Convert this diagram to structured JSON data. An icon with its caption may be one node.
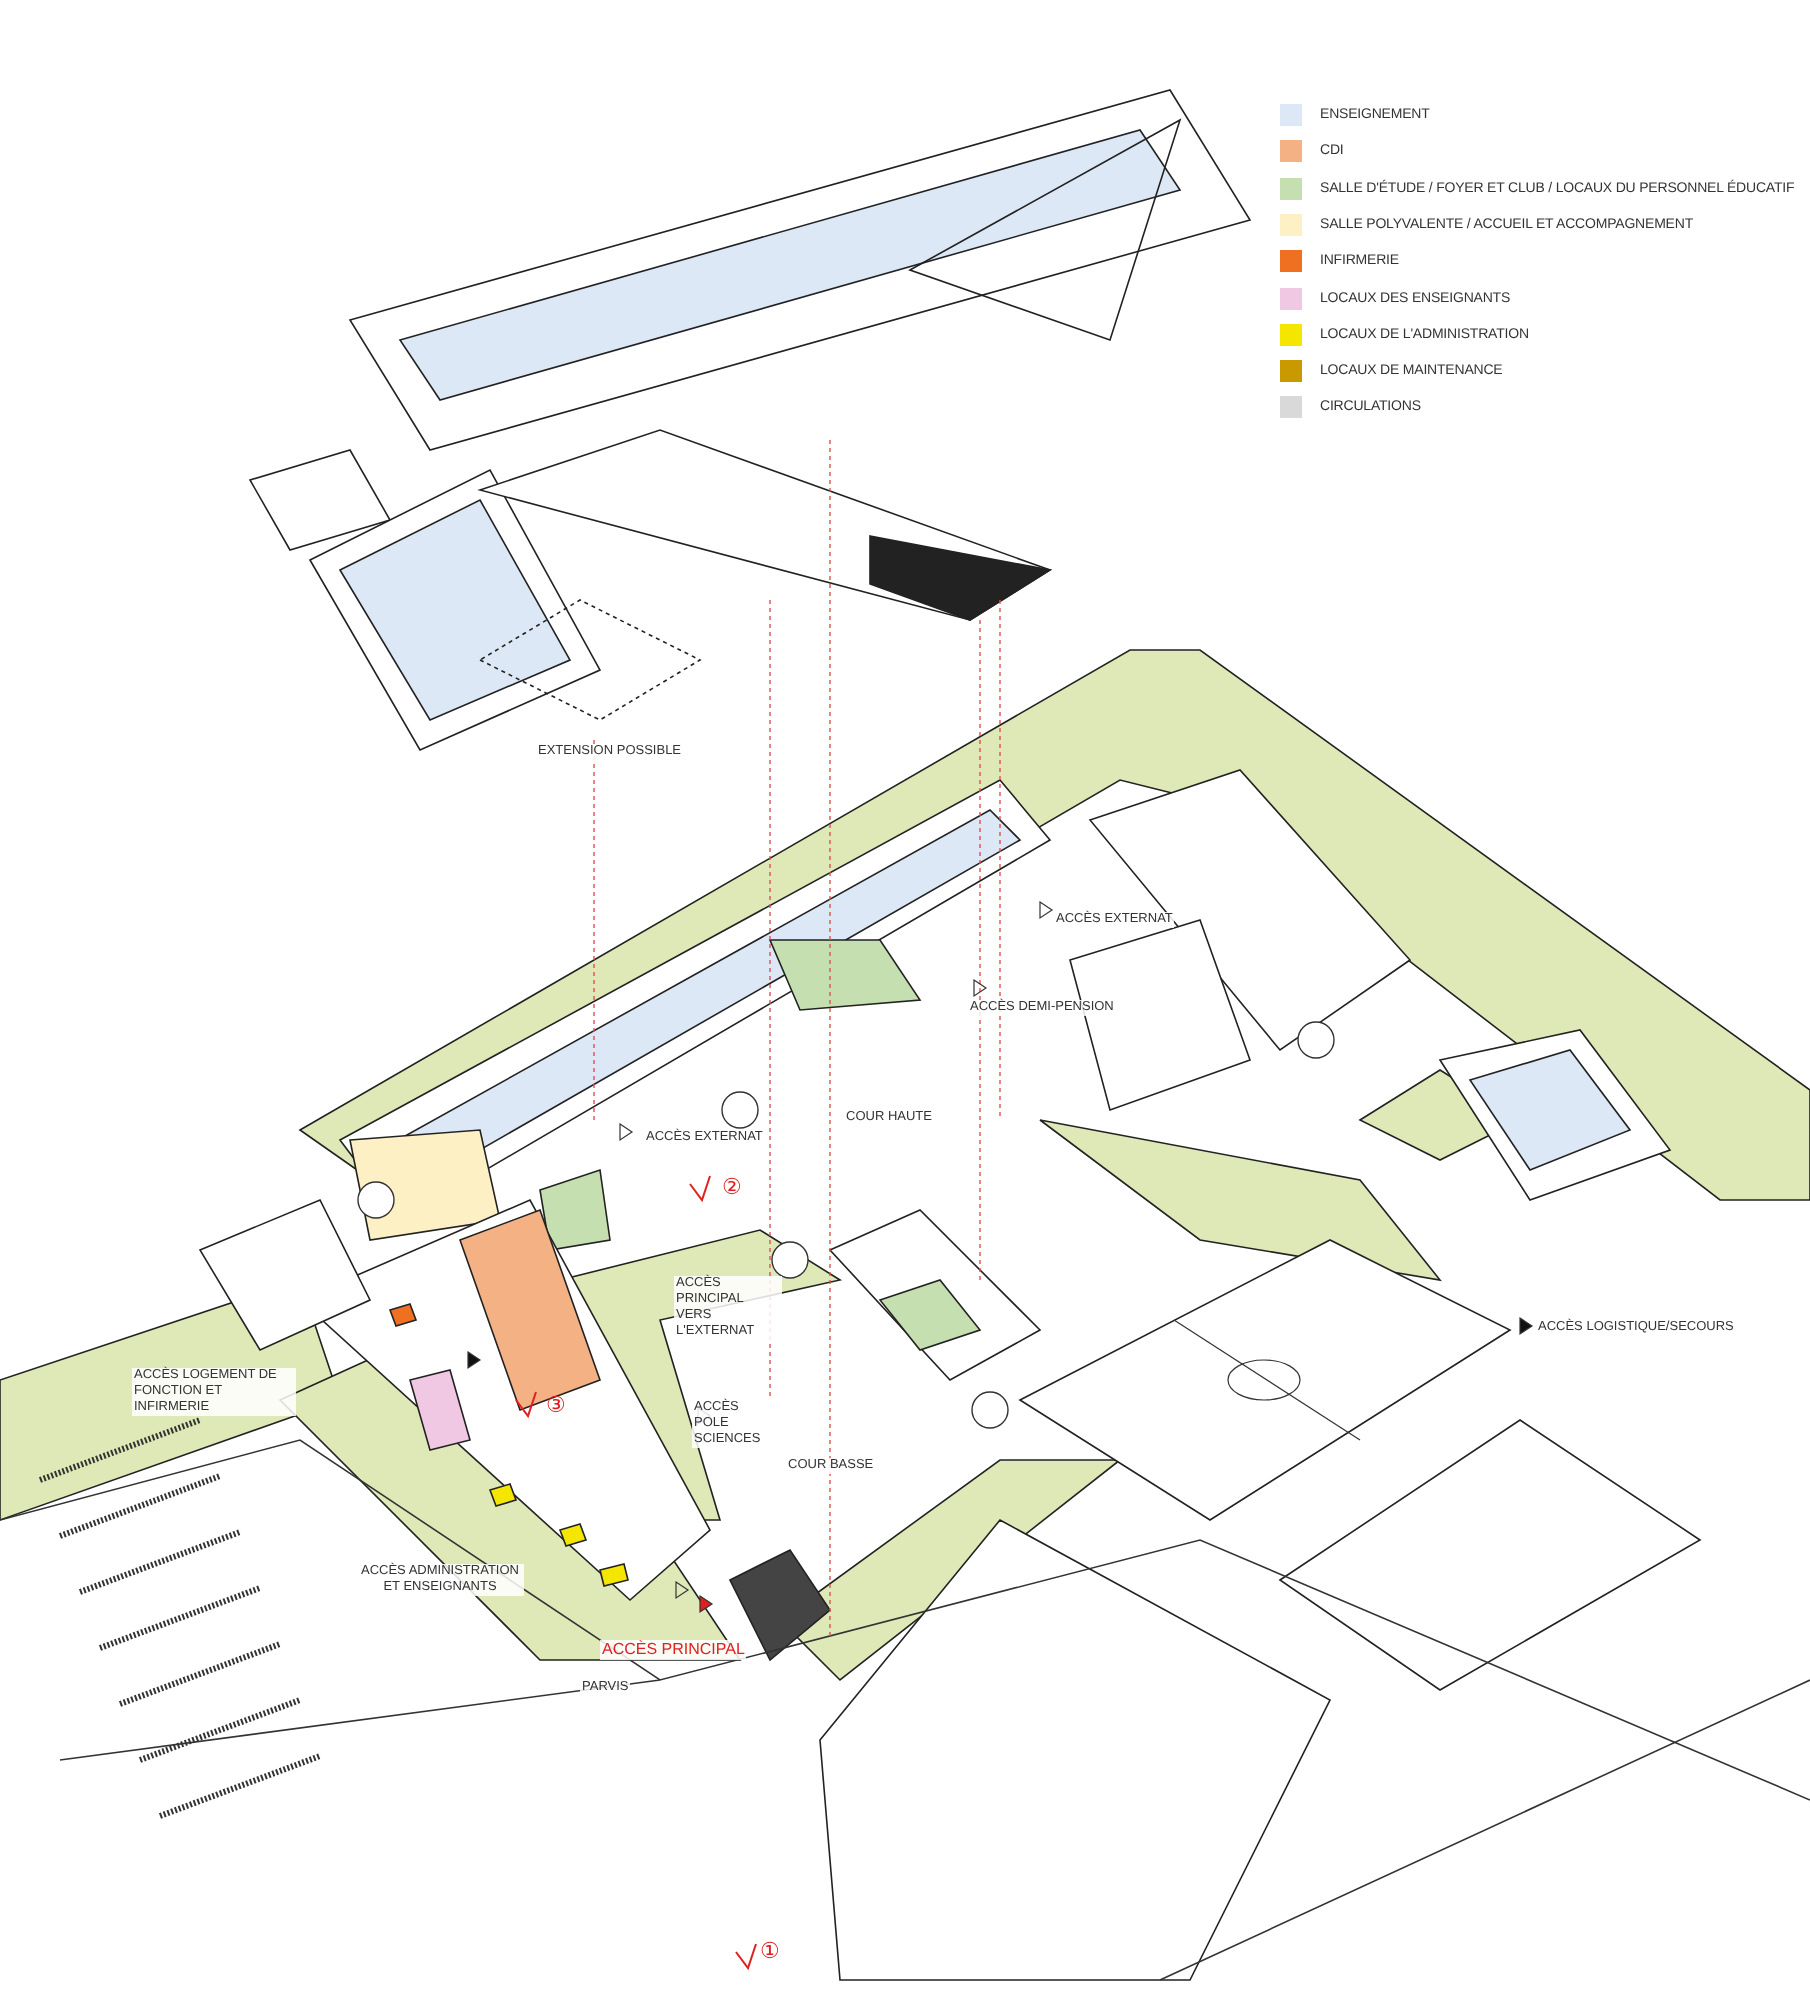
{
  "diagram": {
    "labels": [
      "EXTENSION POSSIBLE",
      "ACCÈS EXTERNAT",
      "ACCÈS DEMI-PENSION",
      "ACCÈS EXTERNAT",
      "COUR HAUTE",
      "②",
      "ACCÈS PRINCIPAL VERS L'EXTERNAT",
      "ACCÈS LOGISTIQUE/SECOURS",
      "ACCÈS POLE SCIENCES",
      "③",
      "ACCÈS LOGEMENT DE FONCTION ET INFIRMERIE",
      "COUR BASSE",
      "ACCÈS ADMINISTRATION ET ENSEIGNANTS",
      "ACCÈS PRINCIPAL",
      "PARVIS",
      "①"
    ],
    "legend": [
      {
        "text": "ENSEIGNEMENT",
        "color": "#dce8f5"
      },
      {
        "text": "CDI",
        "color": "#f4b183"
      },
      {
        "text": "SALLE D'ÉTUDE / FOYER ET CLUB / LOCAUX DU PERSONNEL ÉDUCATIF",
        "color": "#c5dfb0"
      },
      {
        "text": "SALLE POLYVALENTE / ACCUEIL ET ACCOMPAGNEMENT",
        "color": "#fdf0c4"
      },
      {
        "text": "INFIRMERIE",
        "color": "#f07022"
      },
      {
        "text": "LOCAUX DES ENSEIGNANTS",
        "color": "#f0c8e4"
      },
      {
        "text": "LOCAUX DE L'ADMINISTRATION",
        "color": "#f5e600"
      },
      {
        "text": "LOCAUX DE MAINTENANCE",
        "color": "#c89a00"
      },
      {
        "text": "CIRCULATIONS",
        "color": "#d9d9d9"
      }
    ]
  }
}
